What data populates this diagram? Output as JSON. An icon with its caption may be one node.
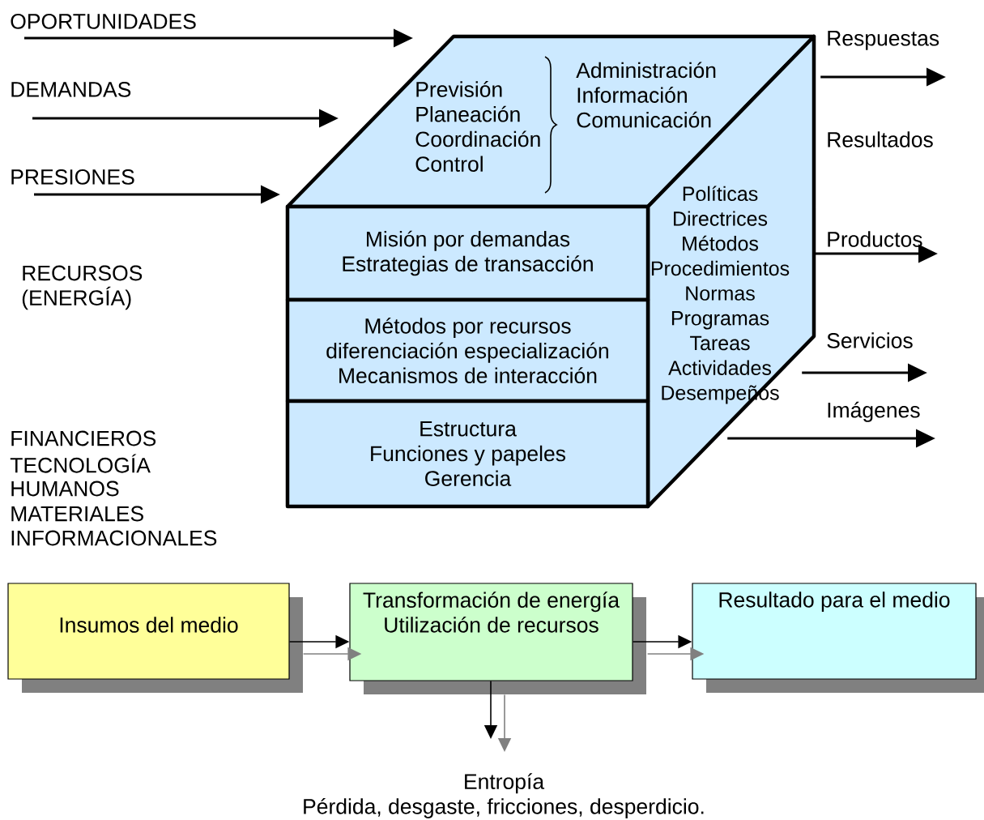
{
  "diagram": {
    "nodes": [
      {
        "text": [
          "Previsión",
          "Planeación",
          "Coordinación",
          "Control",
          "Administración",
          "Información",
          "Comunicación"
        ]
      },
      {
        "text": [
          "Misión por demandas",
          "Estrategias de transacción"
        ]
      },
      {
        "text": [
          "Métodos por recursos",
          "diferenciación especialización",
          "Mecanismos de interacción"
        ]
      },
      {
        "text": [
          "Estructura",
          "Funciones y papeles",
          "Gerencia"
        ]
      },
      {
        "text": [
          "Políticas",
          "Directrices",
          "Métodos",
          "Procedimientos",
          "Normas",
          "Programas",
          "Tareas",
          "Actividades",
          "Desempeños"
        ]
      },
      {
        "text": [
          "Insumos del medio"
        ]
      },
      {
        "text": [
          "Transformación de energía",
          "Utilización de recursos"
        ]
      },
      {
        "text": [
          "Resultado para el medio"
        ]
      },
      {
        "text": [
          "Entropía",
          "Pérdida, desgaste, fricciones, desperdicio."
        ]
      }
    ],
    "edges": [
      {
        "from": null,
        "to": 0,
        "arrow": "to",
        "label": "OPORTUNIDADES"
      },
      {
        "from": null,
        "to": 0,
        "arrow": "to",
        "label": "DEMANDAS"
      },
      {
        "from": null,
        "to": 0,
        "arrow": "to",
        "label": "PRESIONES"
      },
      {
        "from": 4,
        "to": null,
        "arrow": "to",
        "label": "Respuestas"
      },
      {
        "from": 4,
        "to": null,
        "arrow": "to",
        "label": "Productos"
      },
      {
        "from": 4,
        "to": null,
        "arrow": "to",
        "label": "Servicios"
      },
      {
        "from": 4,
        "to": null,
        "arrow": "to",
        "label": "Imágenes"
      },
      {
        "from": 5,
        "to": 6,
        "arrow": "to"
      },
      {
        "from": 5,
        "to": 6,
        "arrow": "to",
        "color": "#808080"
      },
      {
        "from": 6,
        "to": 7,
        "arrow": "to"
      },
      {
        "from": 6,
        "to": 7,
        "arrow": "to",
        "color": "#808080"
      },
      {
        "from": 6,
        "to": 8,
        "arrow": "to"
      },
      {
        "from": 6,
        "to": 8,
        "arrow": "to",
        "color": "#808080"
      }
    ],
    "labels": [
      "Resultados",
      "RECURSOS",
      "(ENERGÍA)",
      "FINANCIEROS",
      "TECNOLOGÍA",
      "HUMANOS",
      "MATERIALES",
      "INFORMACIONALES"
    ]
  }
}
